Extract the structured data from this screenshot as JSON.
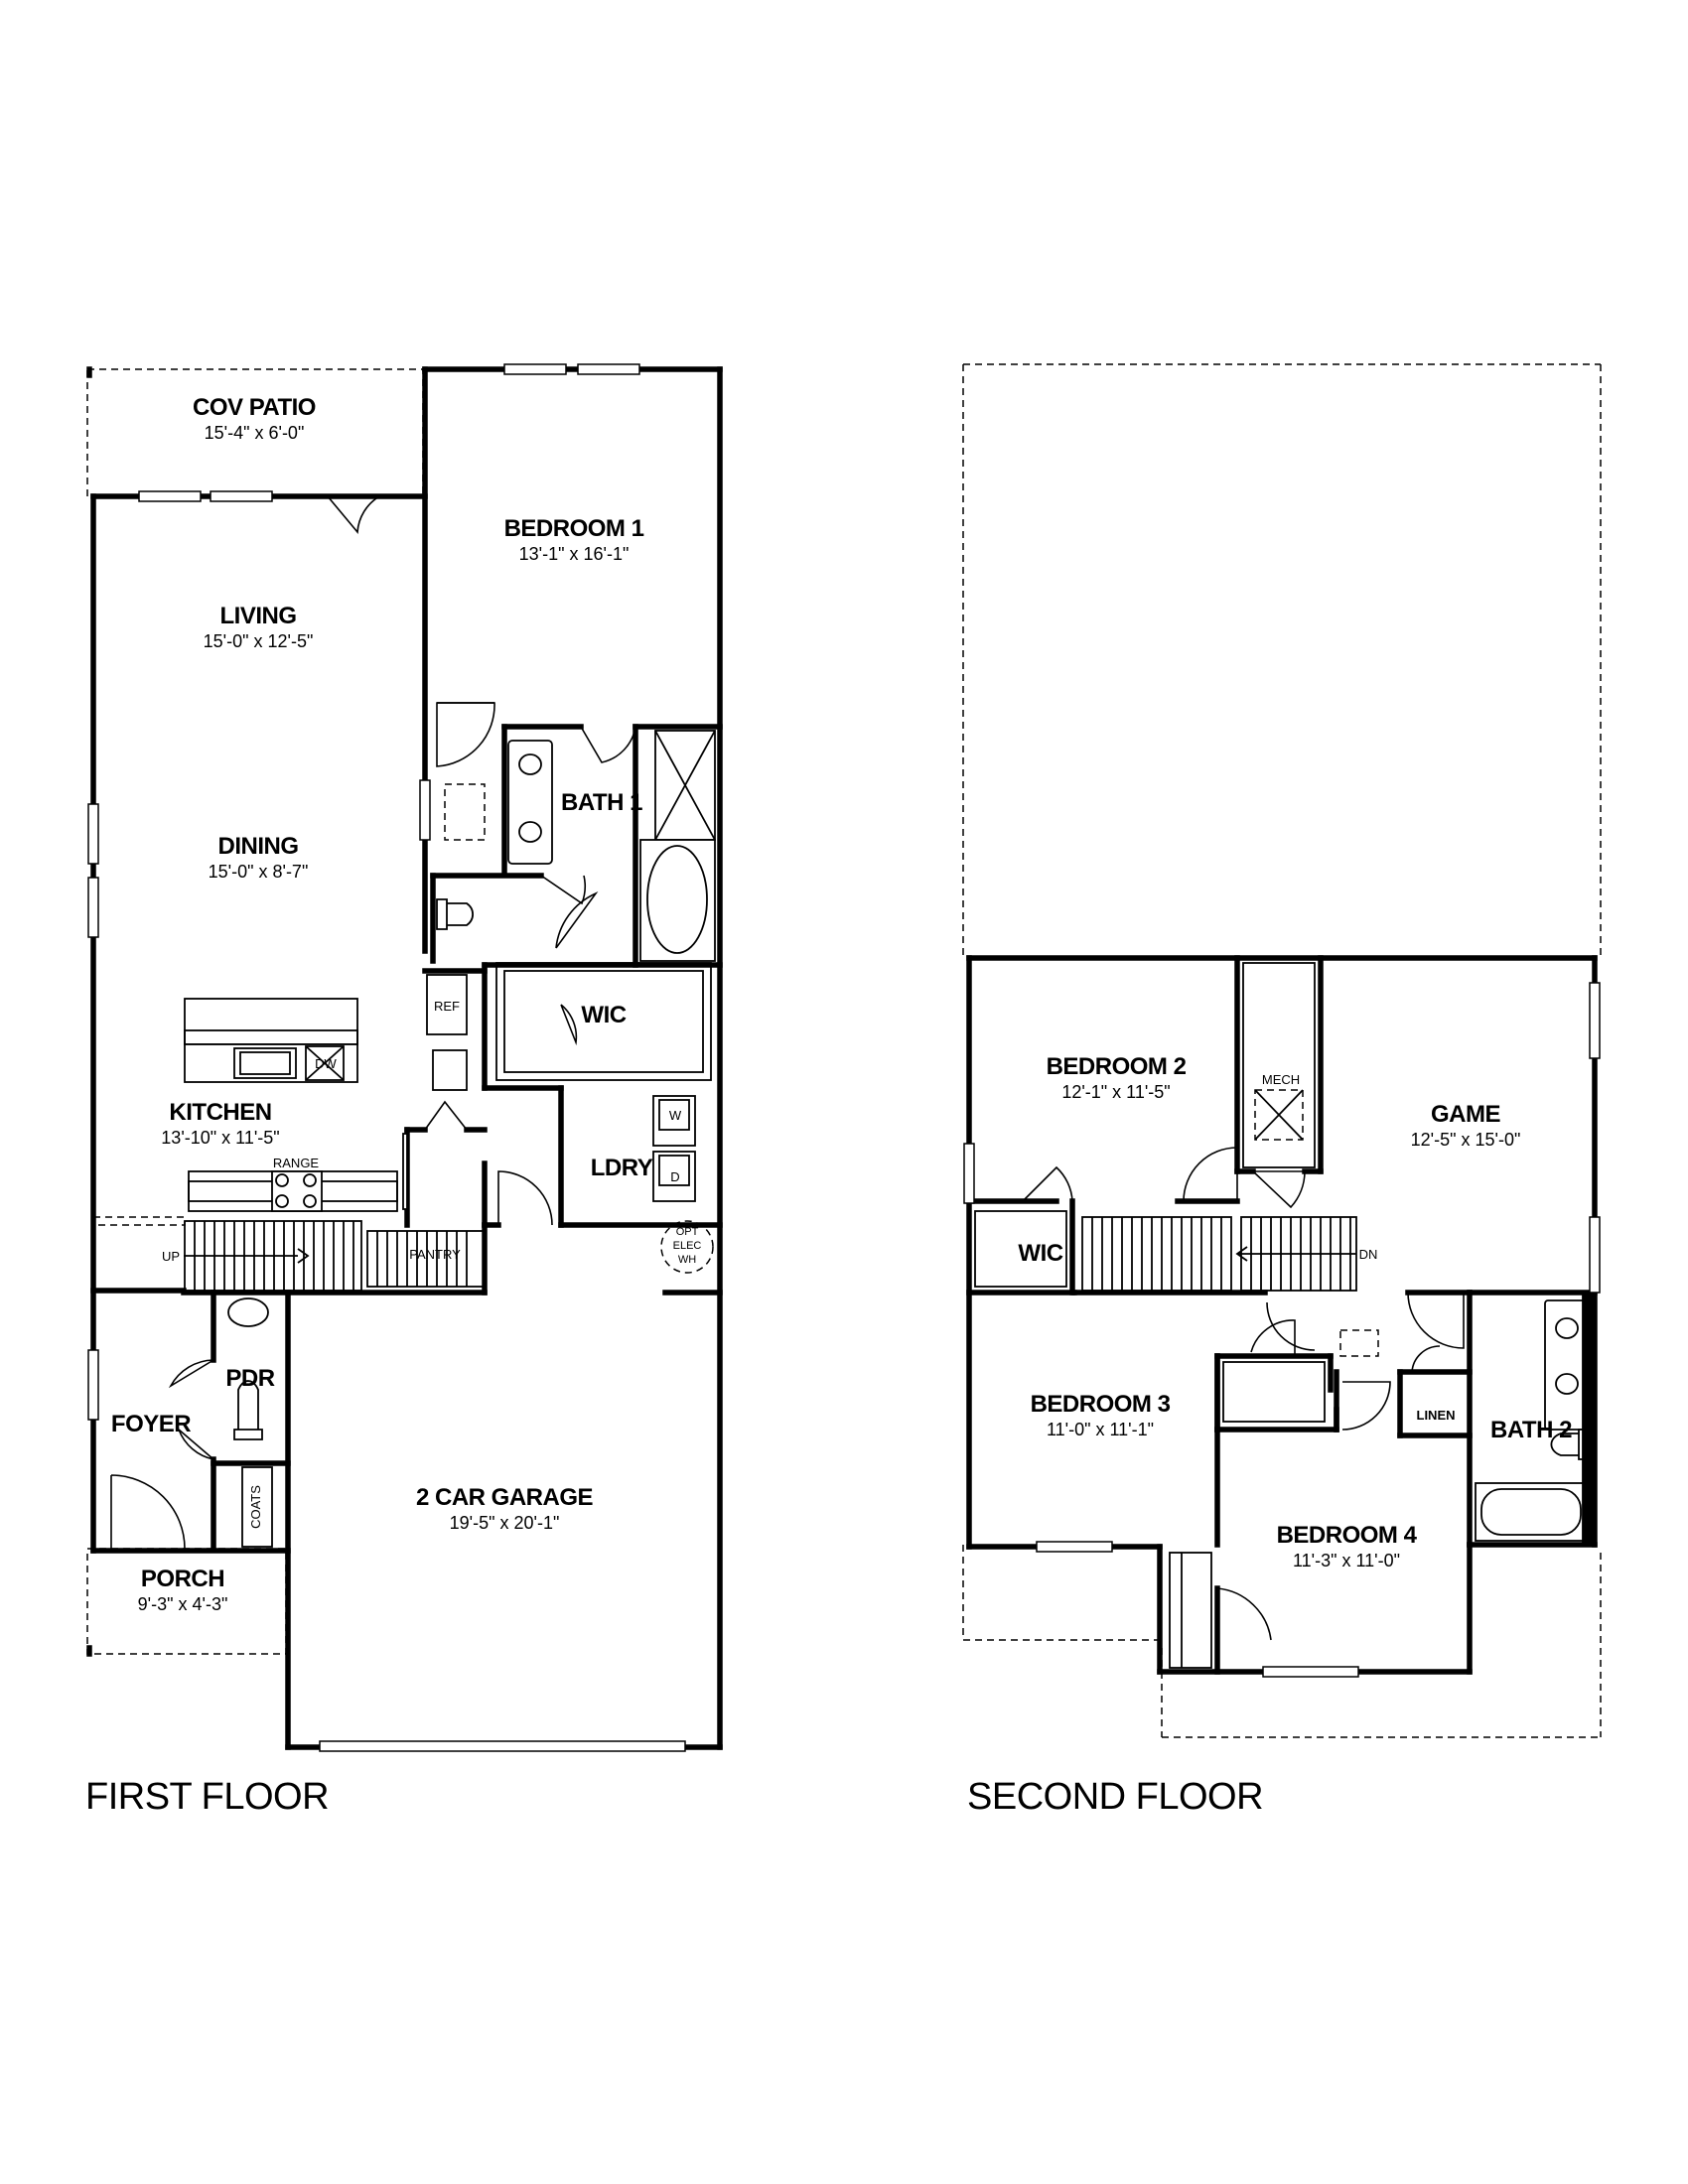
{
  "first_floor": {
    "title": "FIRST FLOOR",
    "rooms": {
      "cov_patio": {
        "name": "COV PATIO",
        "dims": "15'-4\" x 6'-0\""
      },
      "bedroom_1": {
        "name": "BEDROOM 1",
        "dims": "13'-1\" x 16'-1\""
      },
      "living": {
        "name": "LIVING",
        "dims": "15'-0\" x 12'-5\""
      },
      "dining": {
        "name": "DINING",
        "dims": "15'-0\" x 8'-7\""
      },
      "bath_1": {
        "name": "BATH 1"
      },
      "wic": {
        "name": "WIC"
      },
      "kitchen": {
        "name": "KITCHEN",
        "dims": "13'-10\" x 11'-5\""
      },
      "ldry": {
        "name": "LDRY"
      },
      "pdr": {
        "name": "PDR"
      },
      "foyer": {
        "name": "FOYER"
      },
      "garage": {
        "name": "2 CAR GARAGE",
        "dims": "19'-5\" x 20'-1\""
      },
      "porch": {
        "name": "PORCH",
        "dims": "9'-3\" x 4'-3\""
      }
    },
    "labels": {
      "ref": "REF",
      "dw": "DW",
      "range": "RANGE",
      "w": "W",
      "d": "D",
      "pantry": "PANTRY",
      "up": "UP",
      "coats": "COATS",
      "opt": "OPT",
      "elec": "ELEC",
      "wh": "WH"
    }
  },
  "second_floor": {
    "title": "SECOND FLOOR",
    "rooms": {
      "bedroom_2": {
        "name": "BEDROOM 2",
        "dims": "12'-1\" x 11'-5\""
      },
      "game": {
        "name": "GAME",
        "dims": "12'-5\" x 15'-0\""
      },
      "wic": {
        "name": "WIC"
      },
      "bedroom_3": {
        "name": "BEDROOM 3",
        "dims": "11'-0\" x 11'-1\""
      },
      "bath_2": {
        "name": "BATH 2"
      },
      "bedroom_4": {
        "name": "BEDROOM 4",
        "dims": "11'-3\" x 11'-0\""
      }
    },
    "labels": {
      "mech": "MECH",
      "dn": "DN",
      "linen": "LINEN"
    }
  }
}
